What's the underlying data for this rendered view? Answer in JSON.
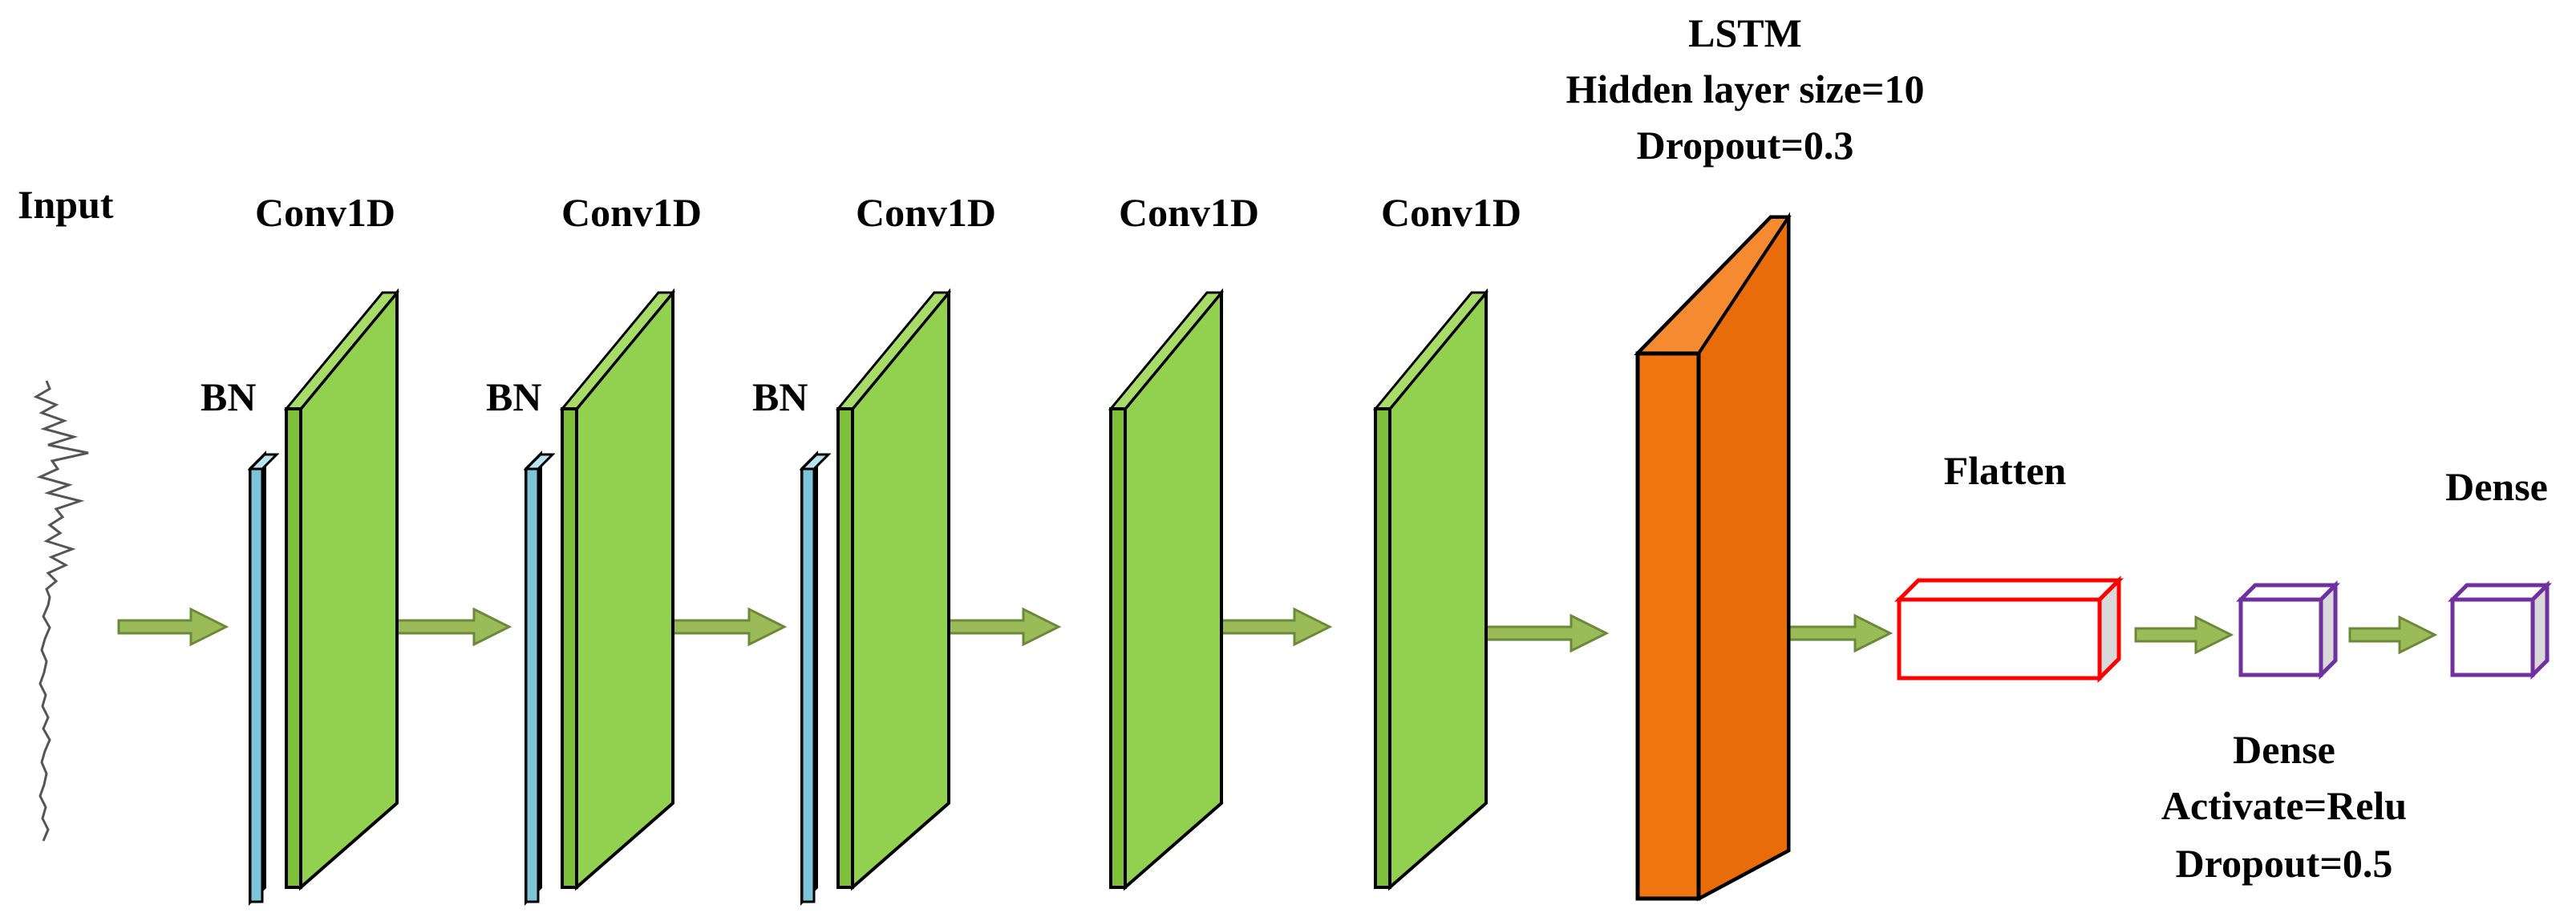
{
  "labels": {
    "input": "Input",
    "conv": "Conv1D",
    "bn": "BN",
    "lstm_title": "LSTM",
    "lstm_hidden": "Hidden layer size=10",
    "lstm_dropout": "Dropout=0.3",
    "flatten": "Flatten",
    "dense_top": "Dense",
    "dense_mid_title": "Dense",
    "dense_activate": "Activate=Relu",
    "dense_dropout": "Dropout=0.5"
  },
  "colors": {
    "conv": "#92d050",
    "bn": "#9ed6e6",
    "lstm": "#f07510",
    "flatten_border": "#ff0000",
    "dense_border": "#7030a0",
    "arrow": "#9bbb59",
    "arrow_stroke": "#6a8a3a",
    "side_face": "#d9d9d9"
  }
}
